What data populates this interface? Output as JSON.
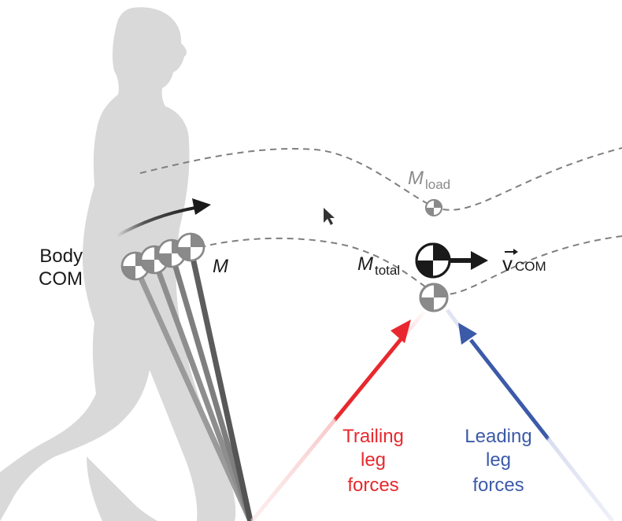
{
  "diagram": {
    "body_label_line1": "Body",
    "body_label_line2": "COM",
    "leg_mass_label": "M",
    "load_label_main": "M",
    "load_label_sub": "load",
    "total_label_main": "M",
    "total_label_sub": "total",
    "velocity_label_main": "v",
    "velocity_label_sub": "COM",
    "trailing_line1": "Trailing",
    "trailing_line2": "leg",
    "trailing_line3": "forces",
    "leading_line1": "Leading",
    "leading_line2": "leg",
    "leading_line3": "forces"
  },
  "colors": {
    "silhouette": "#d9d9d9",
    "trailing": "#e8282e",
    "leading": "#3b5aa8",
    "dashed_path": "#7f7f7f",
    "text": "#1a1a1a",
    "load_text": "#8a8a8a"
  },
  "icons": {
    "cursor": "mouse-pointer-icon"
  }
}
